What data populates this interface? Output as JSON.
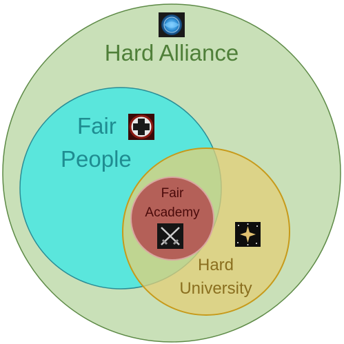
{
  "diagram": {
    "groups": [
      {
        "id": "hard-alliance",
        "label": "Hard Alliance",
        "icon": "globe-emblem-icon",
        "fill": "#c9e0b8",
        "stroke": "#5d8a46",
        "text_color": "#4f7f39"
      },
      {
        "id": "fair-people",
        "label_lines": [
          "Fair",
          "People"
        ],
        "icon": "cross-shield-icon",
        "fill": "#5ae6dc",
        "stroke": "#2a8c95",
        "text_color": "#1f8c91"
      },
      {
        "id": "hard-university",
        "label_lines": [
          "Hard",
          "University"
        ],
        "icon": "star-emblem-icon",
        "fill": "#e2d690",
        "stroke": "#c79a1a",
        "text_color": "#8a6f1f"
      },
      {
        "id": "fair-academy",
        "label_lines": [
          "Fair",
          "Academy"
        ],
        "icon": "crossed-swords-icon",
        "fill": "#b46058",
        "stroke": "#d9a7a1",
        "text_color": "#4a0a0a"
      }
    ]
  }
}
